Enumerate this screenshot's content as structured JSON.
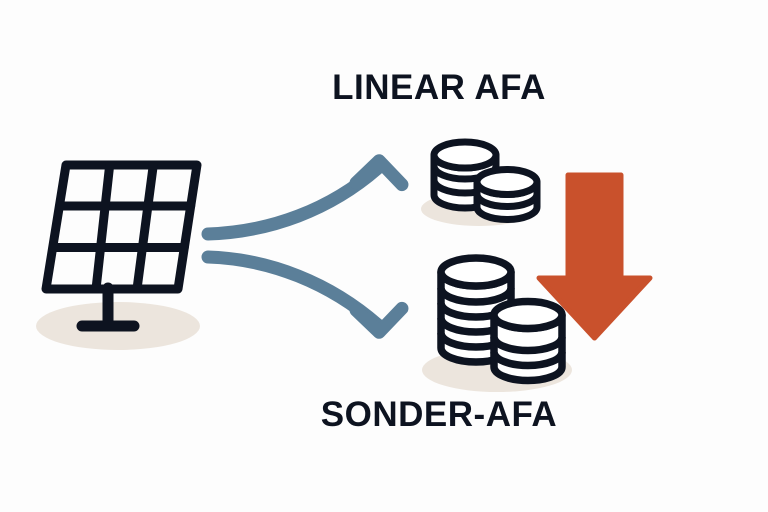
{
  "figure": {
    "background_color": "#fdfdfd",
    "title_top": "LINEAR AFA",
    "title_bottom": "SONDER-AFA"
  },
  "labels": {
    "top": "LINEAR AFA",
    "bottom": "SONDER-AFA"
  },
  "colors": {
    "ink": "#0d1320",
    "arrow_blue": "#5b7f99",
    "arrow_red": "#c9512c",
    "shadow_beige": "#ece5dd",
    "background": "#fdfdfd"
  },
  "icons": {
    "solar_panel": {
      "name": "solar-panel-icon",
      "grid_rows": 3,
      "grid_cols": 3,
      "has_stand": true,
      "shadow": true
    },
    "coin_stack_small": {
      "name": "coin-stack-small-icon",
      "back_stack_coins": 4,
      "front_stack_coins": 3,
      "shadow": true
    },
    "coin_stack_large": {
      "name": "coin-stack-large-icon",
      "back_stack_coins": 6,
      "front_stack_coins": 4,
      "shadow": true
    },
    "arrow_up": {
      "name": "curved-arrow-up-right-icon",
      "direction": "up-right",
      "color": "#5b7f99"
    },
    "arrow_down": {
      "name": "curved-arrow-down-right-icon",
      "direction": "down-right",
      "color": "#5b7f99"
    },
    "arrow_red": {
      "name": "arrow-down-icon",
      "direction": "down",
      "color": "#c9512c"
    }
  }
}
